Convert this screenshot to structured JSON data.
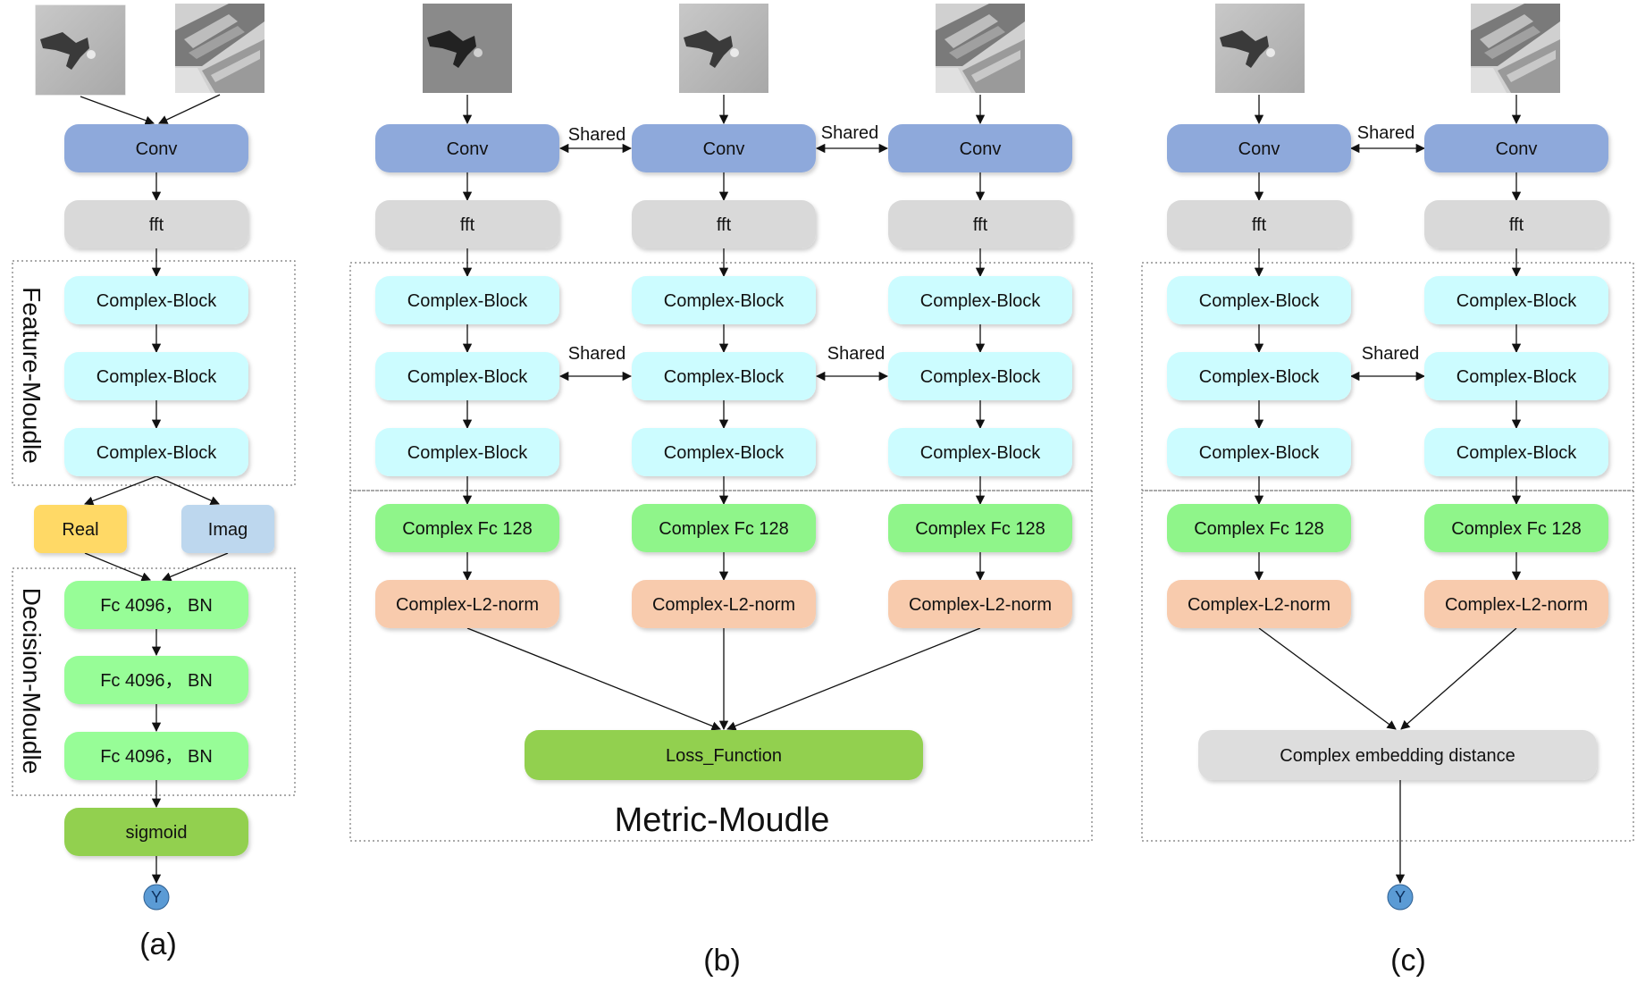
{
  "labels": {
    "conv": "Conv",
    "fft": "fft",
    "complex_block": "Complex-Block",
    "real": "Real",
    "imag": "Imag",
    "fc4096": "Fc 4096， BN",
    "sigmoid": "sigmoid",
    "y": "Y",
    "complex_fc": "Complex Fc 128",
    "complex_l2": "Complex-L2-norm",
    "loss": "Loss_Function",
    "distance": "Complex embedding distance",
    "shared": "Shared",
    "feature_module": "Feature-Moudle",
    "decision_module": "Decision-Moudle",
    "metric_module": "Metric-Moudle",
    "caption_a": "(a)",
    "caption_b": "(b)",
    "caption_c": "(c)"
  },
  "colors": {
    "conv": "#8ea9db",
    "fft": "#d9d9d9",
    "complex_block": "#ccfcff",
    "real": "#ffd966",
    "imag": "#bdd7ee",
    "fc4096": "#97fd97",
    "sigmoid": "#92d050",
    "complex_fc": "#8ff58a",
    "complex_l2": "#f8cbad",
    "loss": "#92d050",
    "y_node": "#5b9bd5"
  },
  "image_thumbnails": [
    "drone-patch",
    "building-patch"
  ]
}
